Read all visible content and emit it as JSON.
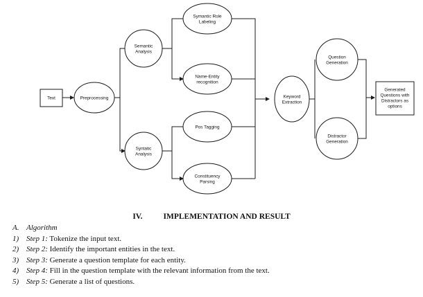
{
  "diagram": {
    "nodes": {
      "text": [
        "Text"
      ],
      "preprocessing": [
        "Preprocessing"
      ],
      "semantic": [
        "Semantic",
        "Analysis"
      ],
      "syntactic": [
        "Syntatic",
        "Analysis"
      ],
      "srl": [
        "Symantic Role",
        "Labeling"
      ],
      "ner": [
        "Name-Entity",
        "recognition"
      ],
      "pos": [
        "Pos Tagging"
      ],
      "constituency": [
        "Constituency",
        "Parsing"
      ],
      "keyword": [
        "Keyword",
        "Extraction"
      ],
      "qgen": [
        "Question",
        "Generation"
      ],
      "dgen": [
        "Distractor",
        "Generation"
      ],
      "output": [
        "Generated",
        "Questions with",
        "Distractors as",
        "options"
      ]
    }
  },
  "section": {
    "number": "IV.",
    "title": "IMPLEMENTATION AND RESULT"
  },
  "algorithm": {
    "label": "A.",
    "title": "Algorithm",
    "steps": [
      {
        "num": "1)",
        "name": "Step 1:",
        "text": "Tokenize the input text."
      },
      {
        "num": "2)",
        "name": "Step 2:",
        "text": "Identify the important entities in the text."
      },
      {
        "num": "3)",
        "name": "Step 3:",
        "text": "Generate a question template for each entity."
      },
      {
        "num": "4)",
        "name": "Step 4:",
        "text": "Fill in the question template with the relevant information from the text."
      },
      {
        "num": "5)",
        "name": "Step 5:",
        "text": "Generate a list of questions."
      }
    ]
  }
}
